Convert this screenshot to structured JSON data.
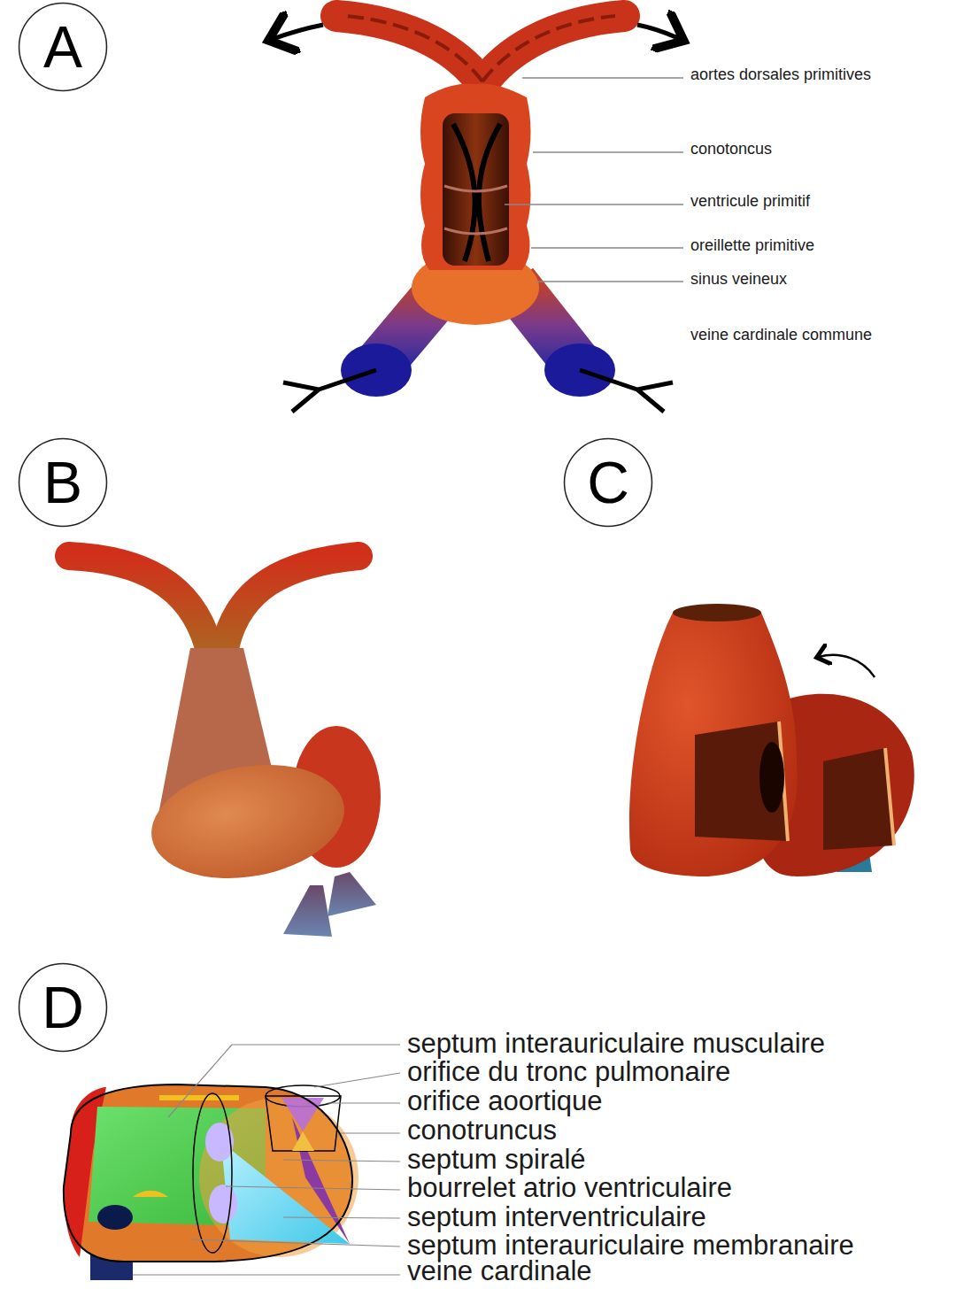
{
  "diagram": {
    "nodes": [
      {
        "text": [
          "A"
        ]
      },
      {
        "text": [
          "B"
        ]
      },
      {
        "text": [
          "C"
        ]
      },
      {
        "text": [
          "D"
        ]
      }
    ],
    "labels": [
      "aortes dorsales primitives",
      "conotoncus",
      "ventricule primitif",
      "oreillette primitive",
      "sinus veineux",
      "veine cardinale commune",
      "septum interauriculaire musculaire",
      "orifice du tronc pulmonaire",
      "orifice aoortique",
      "conotruncus",
      "septum spiralé",
      "bourrelet atrio ventriculaire",
      "septum interventriculaire",
      "septum interauriculaire membranaire",
      "veine cardinale"
    ]
  }
}
